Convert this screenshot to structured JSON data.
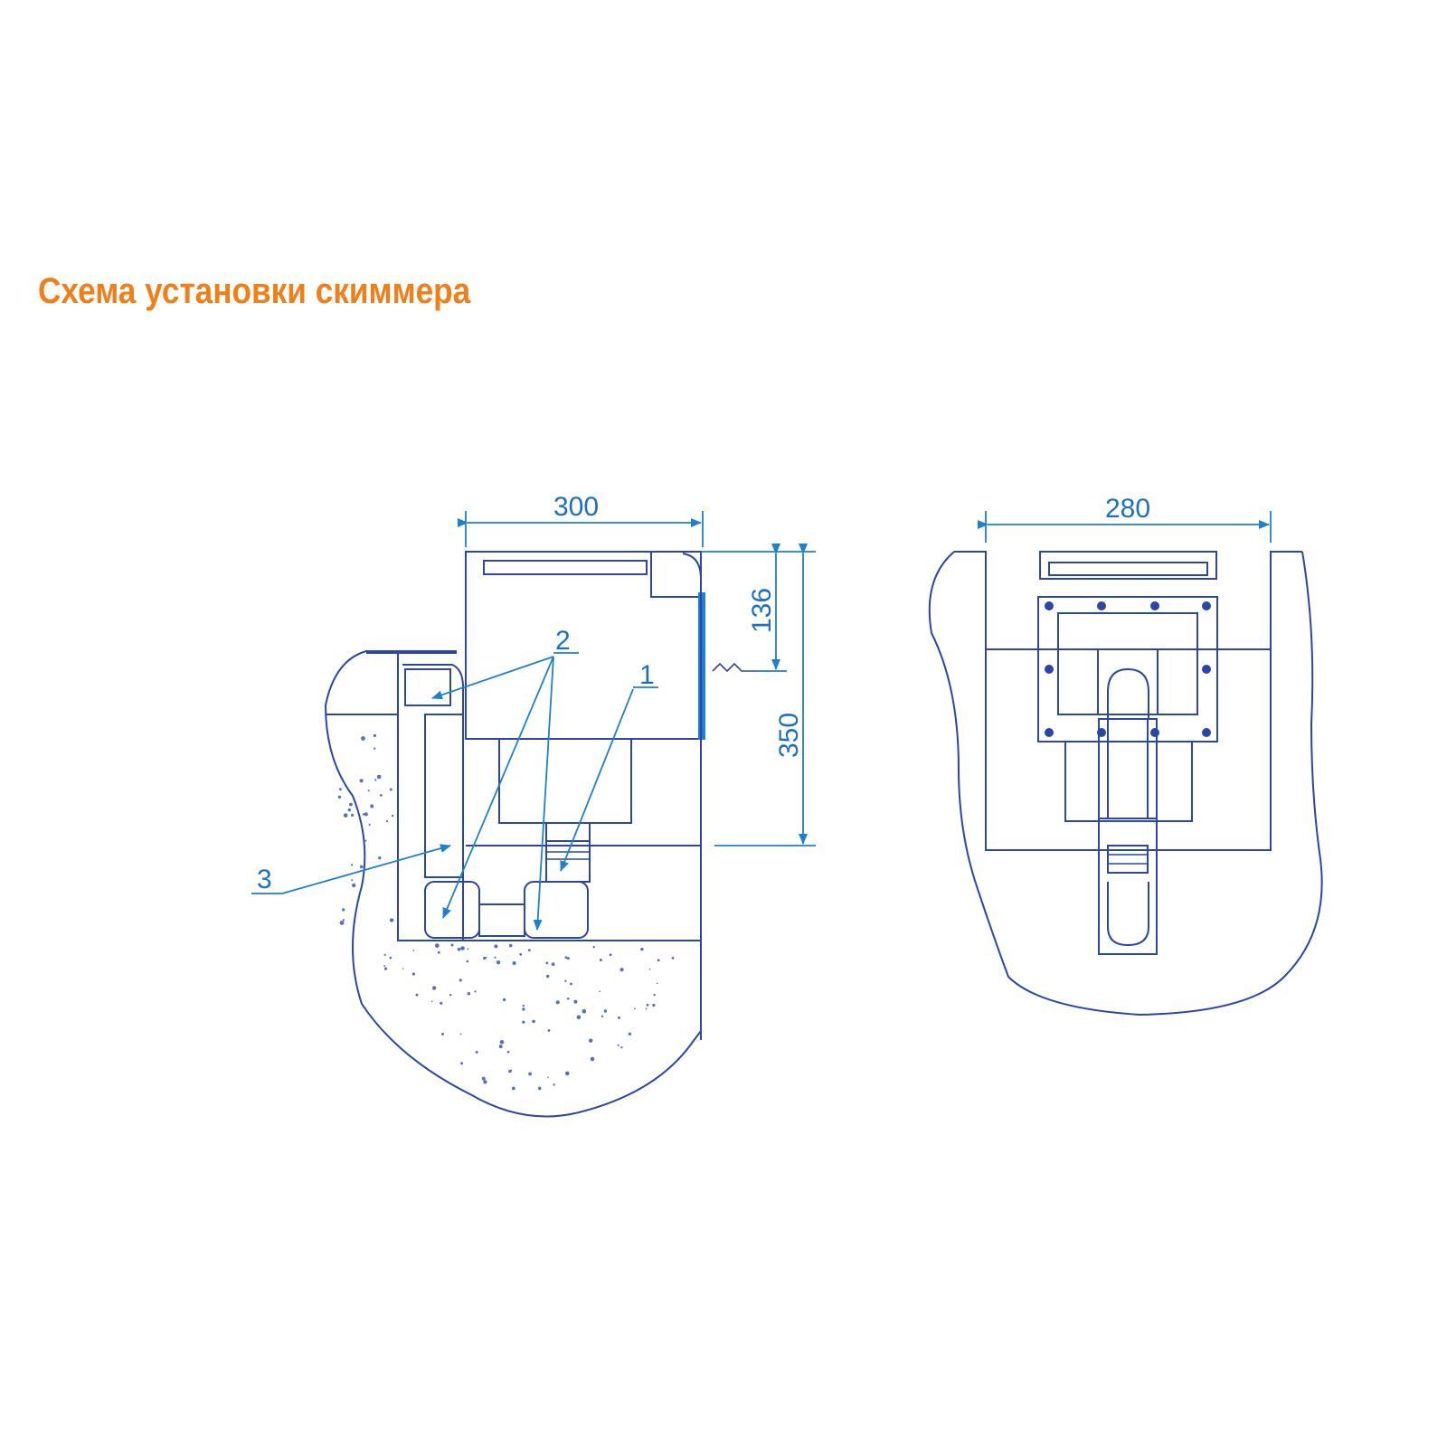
{
  "title": "Схема установки скиммера",
  "side_view": {
    "dim_width": "300",
    "dim_upper": "136",
    "dim_total": "350",
    "callouts": [
      "1",
      "2",
      "3"
    ]
  },
  "front_view": {
    "dim_width": "280"
  },
  "colors": {
    "title": "#f07f1a",
    "drawing": "#2b45a8",
    "dimension": "#1f7fd0"
  }
}
